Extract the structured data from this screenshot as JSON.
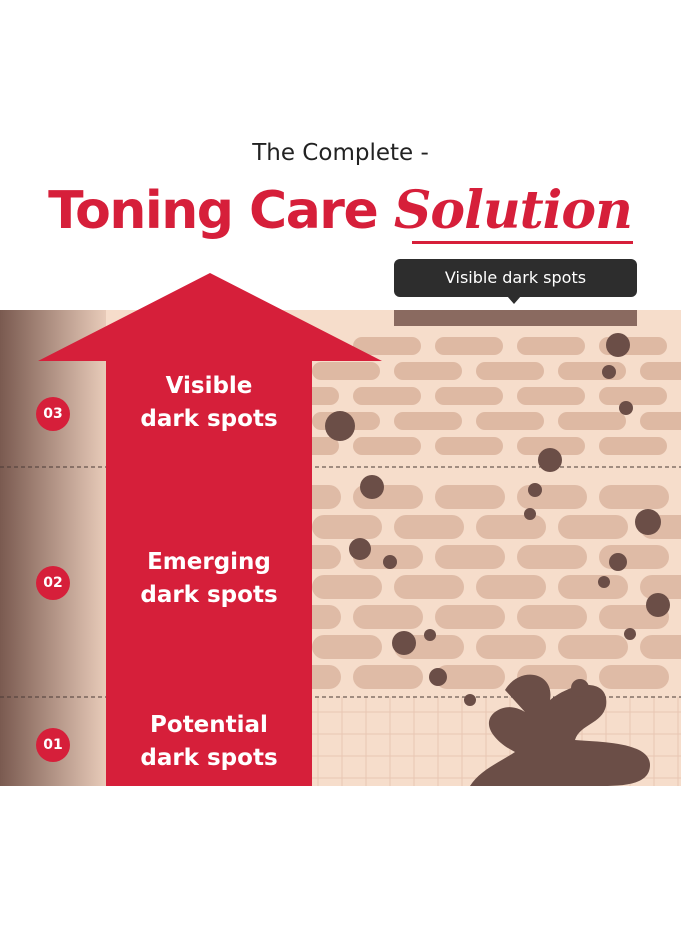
{
  "header": {
    "subtitle": "The Complete -",
    "title_main": "Toning Care",
    "title_accent": "Solution"
  },
  "callout": {
    "text": "Visible dark spots"
  },
  "levels": [
    {
      "number": "03",
      "line1": "Visible",
      "line2": "dark spots"
    },
    {
      "number": "02",
      "line1": "Emerging",
      "line2": "dark spots"
    },
    {
      "number": "01",
      "line1": "Potential",
      "line2": "dark spots"
    }
  ],
  "colors": {
    "accent_red": "#d61f3a",
    "skin_light": "#f6ddcb",
    "skin_brick": "#d9b39c",
    "spot_dark": "#6b4e47",
    "callout_bg": "#2d2d2d"
  }
}
